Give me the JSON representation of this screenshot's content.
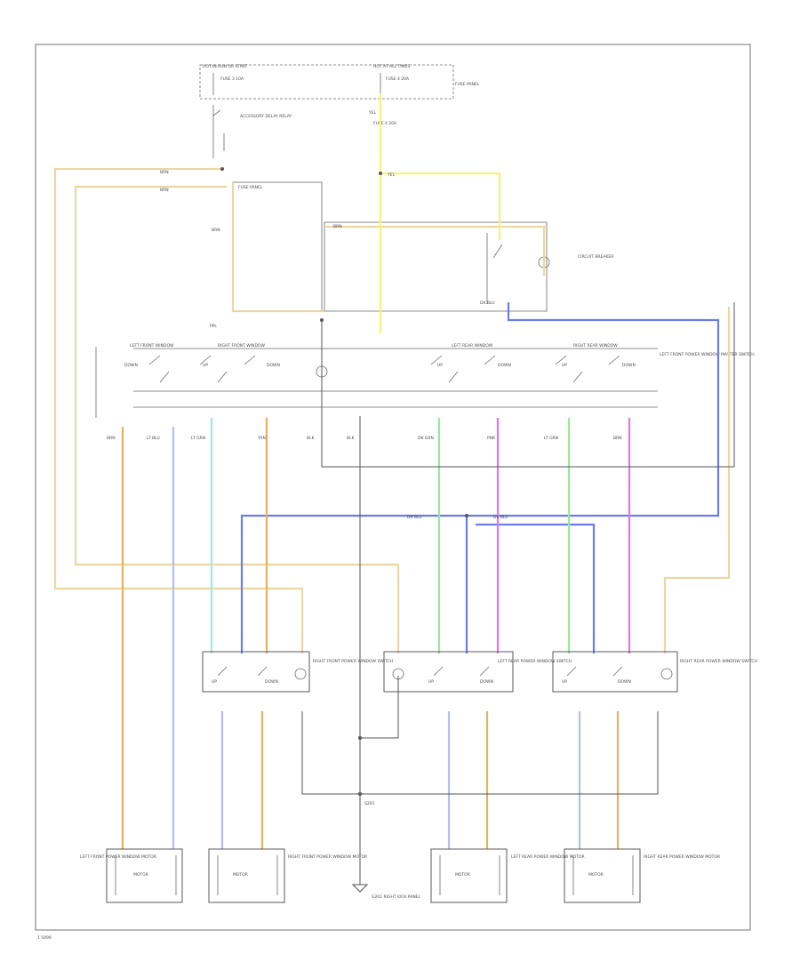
{
  "page_code": "1 5099",
  "colors": {
    "tan": "#ead7a6",
    "yellow": "#f4f47a",
    "blue": "#6c7ee6",
    "ltblue": "#b8bcee",
    "orange": "#e2b261",
    "green": "#98e898",
    "cyan": "#9ceae6",
    "magenta": "#e774e7",
    "black": "#555555",
    "frame": "#8a8a8a"
  },
  "labels": {
    "src_left": "HOT IN RUN OR START",
    "src_right": "HOT AT ALL TIMES",
    "fuse_left": "FUSE 3 10A",
    "fuse_right": "FUSE 4 20A",
    "relay_note": "FUSE PANEL",
    "accessory_relay": "ACCESSORY DELAY RELAY",
    "circuit_breaker": "CIRCUIT BREAKER",
    "master_switch": "LEFT FRONT POWER WINDOW MASTER SWITCH",
    "lf_window": "LEFT FRONT WINDOW",
    "rf_window": "RIGHT FRONT WINDOW",
    "lr_window": "LEFT REAR WINDOW",
    "rr_window": "RIGHT REAR WINDOW",
    "rf_switch": "RIGHT FRONT POWER WINDOW SWITCH",
    "lr_switch": "LEFT REAR POWER WINDOW SWITCH",
    "rr_switch": "RIGHT REAR POWER WINDOW SWITCH",
    "lf_motor": "LEFT FRONT POWER WINDOW MOTOR",
    "rf_motor": "RIGHT FRONT POWER WINDOW MOTOR",
    "lr_motor": "LEFT REAR POWER WINDOW MOTOR",
    "rr_motor": "RIGHT REAR POWER WINDOW MOTOR",
    "ground": "G201 RIGHT KICK PANEL",
    "splice": "S201",
    "motor_text": "MOTOR",
    "up": "UP",
    "down": "DOWN",
    "wire_ppl": "PPL",
    "wire_blk": "BLK",
    "wire_brn": "BRN",
    "wire_tan": "TAN",
    "wire_yel": "YEL",
    "wire_dkblu": "DK BLU",
    "wire_ltblu": "LT BLU",
    "wire_dkgrn": "DK GRN",
    "wire_ltgrn": "LT GRN",
    "wire_pnk": "PNK"
  }
}
